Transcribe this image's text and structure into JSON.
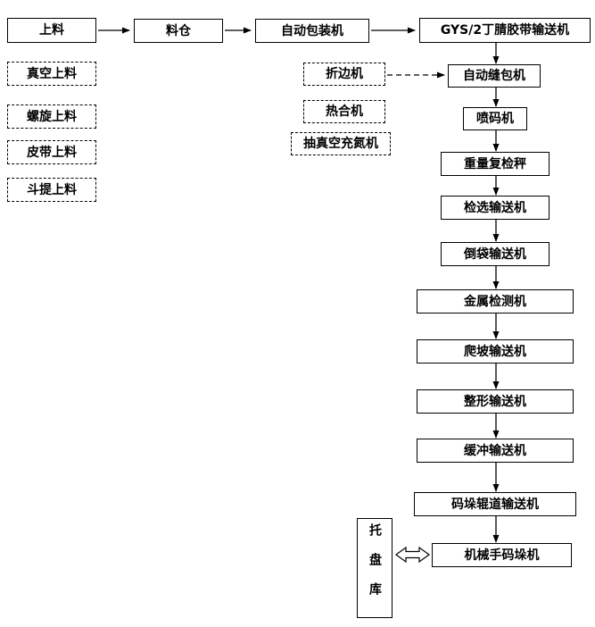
{
  "colors": {
    "line": "#000000",
    "box_border": "#000000",
    "box_fill": "#ffffff",
    "text": "#000000"
  },
  "nodes": {
    "feeding": {
      "label": "上料"
    },
    "silo": {
      "label": "料仓"
    },
    "auto_packer": {
      "label": "自动包装机"
    },
    "belt_conveyor": {
      "label": "GYS/2丁腈胶带输送机"
    },
    "vacuum_feeding": {
      "label": "真空上料"
    },
    "screw_feeding": {
      "label": "螺旋上料"
    },
    "belt_feeding": {
      "label": "皮带上料"
    },
    "bucket_feeding": {
      "label": "斗提上料"
    },
    "edge_folder": {
      "label": "折边机"
    },
    "heat_sealer": {
      "label": "热合机"
    },
    "vacuum_nitrogen": {
      "label": "抽真空充氮机"
    },
    "bag_sewer": {
      "label": "自动缝包机"
    },
    "inkjet_printer": {
      "label": "喷码机"
    },
    "checkweigher": {
      "label": "重量复检秤"
    },
    "sorting_conveyor": {
      "label": "检选输送机"
    },
    "bag_flip_conveyor": {
      "label": "倒袋输送机"
    },
    "metal_detector": {
      "label": "金属检测机"
    },
    "incline_conveyor": {
      "label": "爬坡输送机"
    },
    "shaping_conveyor": {
      "label": "整形输送机"
    },
    "buffer_conveyor": {
      "label": "缓冲输送机"
    },
    "pallet_roller_conveyor": {
      "label": "码垛辊道输送机"
    },
    "robot_palletizer": {
      "label": "机械手码垛机"
    },
    "pallet_store": {
      "label": "托盘库"
    }
  },
  "edges": [
    {
      "from": "feeding",
      "to": "silo",
      "style": "solid-arrow"
    },
    {
      "from": "silo",
      "to": "auto_packer",
      "style": "solid-arrow"
    },
    {
      "from": "auto_packer",
      "to": "belt_conveyor",
      "style": "solid-arrow"
    },
    {
      "from": "belt_conveyor",
      "to": "bag_sewer",
      "style": "solid-arrow"
    },
    {
      "from": "edge_folder",
      "to": "bag_sewer",
      "style": "dashed-arrow"
    },
    {
      "from": "bag_sewer",
      "to": "inkjet_printer",
      "style": "solid-arrow"
    },
    {
      "from": "inkjet_printer",
      "to": "checkweigher",
      "style": "solid-arrow"
    },
    {
      "from": "checkweigher",
      "to": "sorting_conveyor",
      "style": "solid-arrow"
    },
    {
      "from": "sorting_conveyor",
      "to": "bag_flip_conveyor",
      "style": "solid-arrow"
    },
    {
      "from": "bag_flip_conveyor",
      "to": "metal_detector",
      "style": "solid-arrow"
    },
    {
      "from": "metal_detector",
      "to": "incline_conveyor",
      "style": "solid-arrow"
    },
    {
      "from": "incline_conveyor",
      "to": "shaping_conveyor",
      "style": "solid-arrow"
    },
    {
      "from": "shaping_conveyor",
      "to": "buffer_conveyor",
      "style": "solid-arrow"
    },
    {
      "from": "buffer_conveyor",
      "to": "pallet_roller_conveyor",
      "style": "solid-arrow"
    },
    {
      "from": "pallet_roller_conveyor",
      "to": "robot_palletizer",
      "style": "solid-arrow"
    },
    {
      "from": "pallet_store",
      "to": "robot_palletizer",
      "style": "double-arrow"
    }
  ]
}
